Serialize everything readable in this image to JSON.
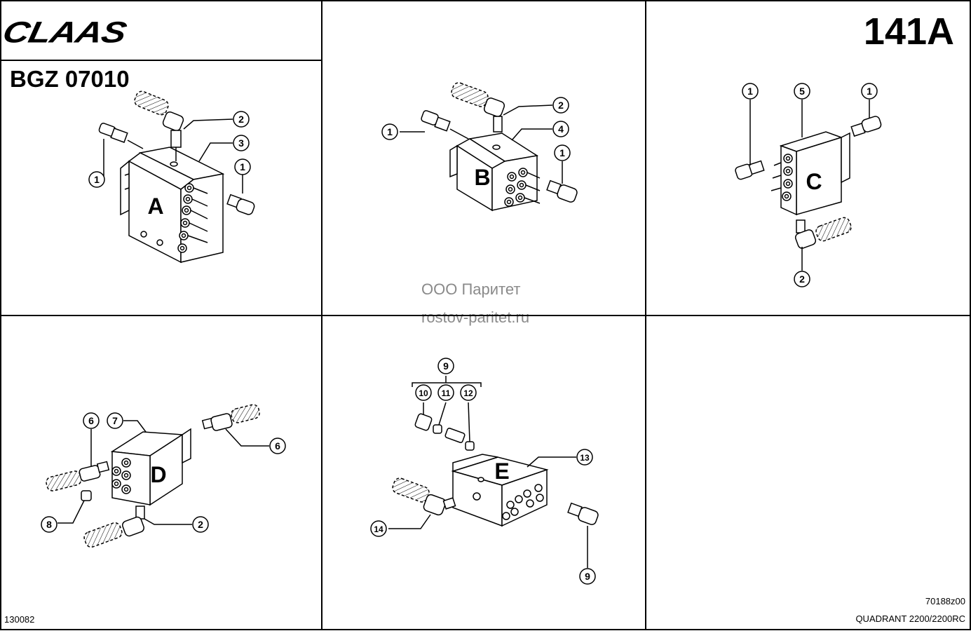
{
  "header": {
    "brand": "CLAAS",
    "group_code": "BGZ 07010",
    "sheet_number": "141A"
  },
  "watermark": {
    "line1": "ООО Паритет",
    "line2": "rostov-paritet.ru"
  },
  "footer": {
    "doc_number": "130082",
    "drawing_number": "70188z00",
    "model": "QUADRANT 2200/2200RC"
  },
  "blocks": [
    "A",
    "B",
    "C",
    "D",
    "E"
  ],
  "callouts": {
    "a": [
      "2",
      "3",
      "1",
      "1"
    ],
    "b": [
      "2",
      "4",
      "1",
      "1"
    ],
    "c": [
      "1",
      "5",
      "1",
      "2"
    ],
    "d": [
      "6",
      "7",
      "6",
      "8",
      "2"
    ],
    "e": [
      "9",
      "10",
      "11",
      "12",
      "13",
      "14",
      "9"
    ]
  }
}
